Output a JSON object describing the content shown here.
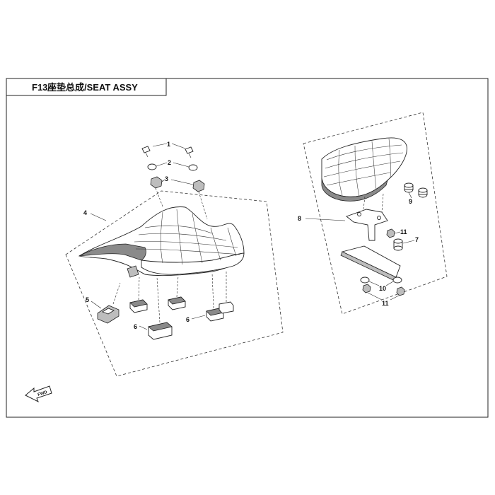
{
  "title": {
    "code": "F13",
    "text": "座垫总成/SEAT ASSY"
  },
  "callouts": {
    "c1": "1",
    "c2": "2",
    "c3": "3",
    "c4": "4",
    "c5": "5",
    "c6a": "6",
    "c6b": "6",
    "c7": "7",
    "c8": "8",
    "c9": "9",
    "c10": "10",
    "c11a": "11",
    "c11b": "11"
  },
  "direction_marker": {
    "label": "FWD",
    "icon": "forward-arrow-icon"
  }
}
